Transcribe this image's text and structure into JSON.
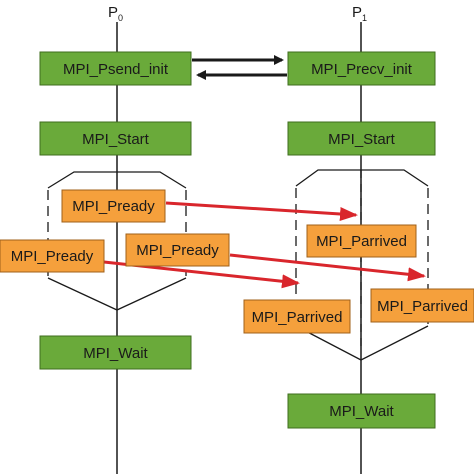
{
  "processes": [
    {
      "name": "P",
      "subscript": "0"
    },
    {
      "name": "P",
      "subscript": "1"
    }
  ],
  "p0": {
    "init": "MPI_Psend_init",
    "start": "MPI_Start",
    "ready_1": "MPI_Pready",
    "ready_2": "MPI_Pready",
    "ready_3": "MPI_Pready",
    "wait": "MPI_Wait"
  },
  "p1": {
    "init": "MPI_Precv_init",
    "start": "MPI_Start",
    "arrived_1": "MPI_Parrived",
    "arrived_2": "MPI_Parrived",
    "arrived_3": "MPI_Parrived",
    "wait": "MPI_Wait"
  },
  "colors": {
    "green_box": "#6aaa3a",
    "green_border": "#3f6e1e",
    "orange_box": "#f5a03c",
    "orange_border": "#a0601a",
    "arrow_red": "#d9262c",
    "line": "#1a1a1a"
  }
}
